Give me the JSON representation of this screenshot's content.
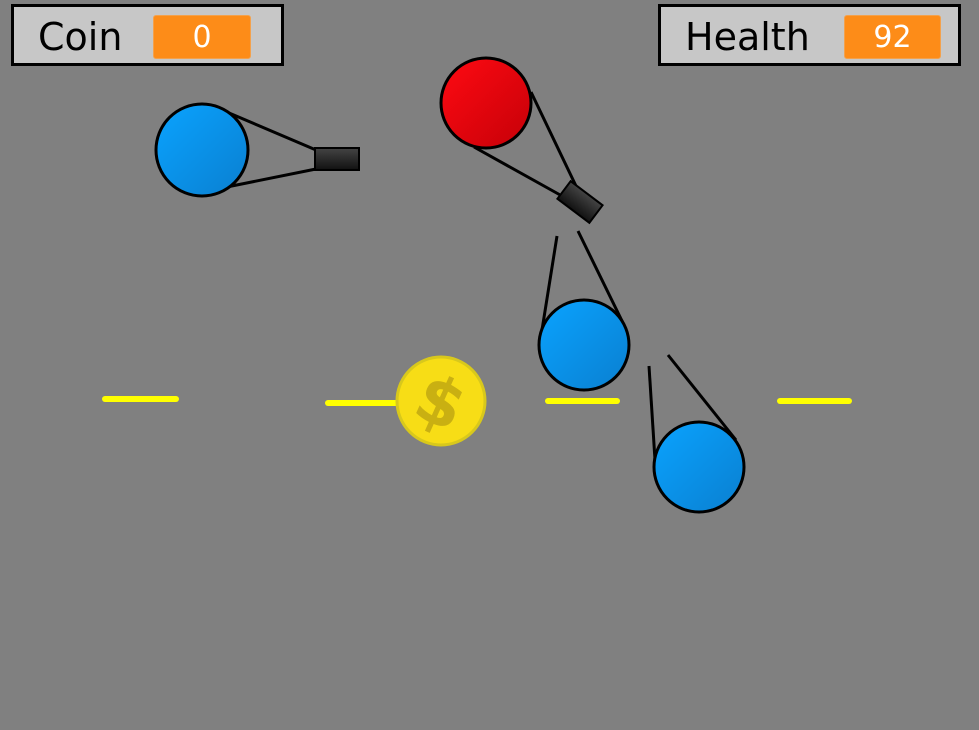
{
  "hud": {
    "coin_label": "Coin",
    "coin_value": "0",
    "health_label": "Health",
    "health_value": "92"
  },
  "colors": {
    "background": "#808080",
    "hud_panel": "#c7c7c7",
    "hud_value": "#fd8c18",
    "enemy_blue": "#0a8fe6",
    "enemy_red": "#e3000b",
    "coin_gold": "#f7dd16",
    "lane_marking": "#ffff00",
    "cannon": "#222222"
  },
  "entities": {
    "coin_symbol": "$",
    "enemy_count_blue": 3,
    "enemy_count_red": 1
  }
}
